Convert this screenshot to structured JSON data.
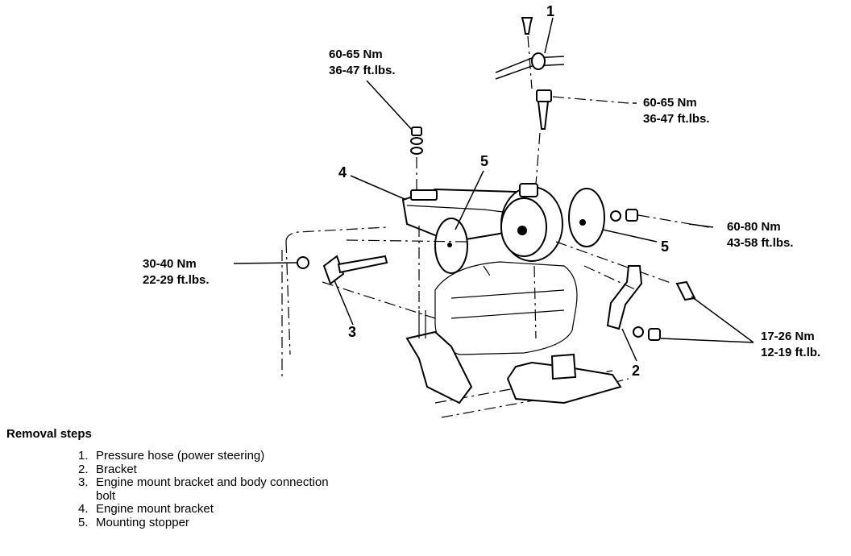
{
  "torque_labels": [
    {
      "nm": "60-65 Nm",
      "ftlb": "36-47 ft.lbs."
    },
    {
      "nm": "60-65 Nm",
      "ftlb": "36-47 ft.lbs."
    },
    {
      "nm": "60-80 Nm",
      "ftlb": "43-58 ft.lbs."
    },
    {
      "nm": "30-40 Nm",
      "ftlb": "22-29 ft.lbs."
    },
    {
      "nm": "17-26 Nm",
      "ftlb": "12-19 ft.lb."
    }
  ],
  "callouts": [
    "1",
    "2",
    "3",
    "4",
    "5",
    "5"
  ],
  "removal": {
    "title": "Removal steps",
    "steps": [
      {
        "num": "1.",
        "text": "Pressure hose (power steering)"
      },
      {
        "num": "2.",
        "text": "Bracket"
      },
      {
        "num": "3.",
        "text": "Engine mount bracket and body connection bolt"
      },
      {
        "num": "4.",
        "text": "Engine mount bracket"
      },
      {
        "num": "5.",
        "text": "Mounting stopper"
      }
    ]
  }
}
